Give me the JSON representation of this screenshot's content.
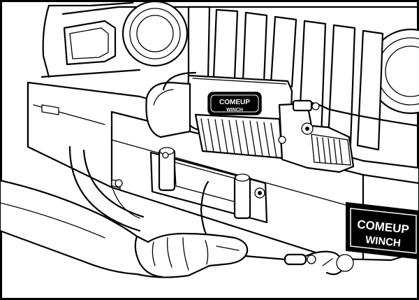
{
  "illustration": {
    "winch_label_line1": "COMEUP",
    "winch_label_line2": "WINCH",
    "plate_label_line1": "COMEUP",
    "plate_label_line2": "WINCH"
  },
  "colors": {
    "ink": "#000000",
    "paper": "#ffffff"
  }
}
